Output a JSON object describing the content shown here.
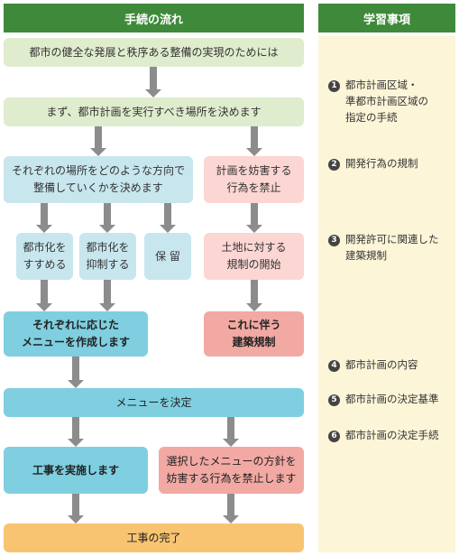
{
  "headers": {
    "left": "手続の流れ",
    "right": "学習事項"
  },
  "flow": {
    "step1": "都市の健全な発展と秩序ある整備の実現のためには",
    "step2": "まず、都市計画を実行すべき場所を決めます",
    "left_decide": "それぞれの場所をどのような方向で\n整備していくかを決めます",
    "right_prohibit": "計画を妨害する\n行為を禁止",
    "promote": "都市化を\nすすめる",
    "suppress": "都市化を\n抑制する",
    "reserve": "保 留",
    "land_restriction": "土地に対する\n規制の開始",
    "create_menu": "それぞれに応じた\nメニューを作成します",
    "building_restriction": "これに伴う\n建築規制",
    "decide_menu": "メニューを決定",
    "implement": "工事を実施します",
    "prohibit_obstruct": "選択したメニューの方針を\n妨害する行為を禁止します",
    "complete": "工事の完了"
  },
  "learning_items": [
    {
      "num": "1",
      "text": "都市計画区域・\n準都市計画区域の\n指定の手続"
    },
    {
      "num": "2",
      "text": "開発行為の規制"
    },
    {
      "num": "3",
      "text": "開発許可に関連した\n建築規制"
    },
    {
      "num": "4",
      "text": "都市計画の内容"
    },
    {
      "num": "5",
      "text": "都市計画の決定基準"
    },
    {
      "num": "6",
      "text": "都市計画の決定手続"
    }
  ]
}
